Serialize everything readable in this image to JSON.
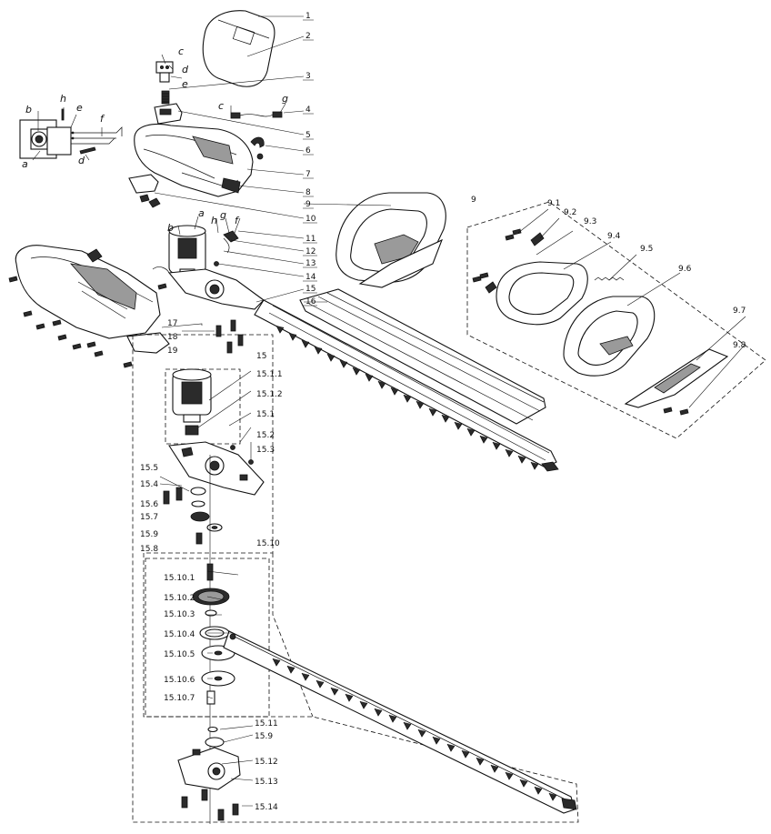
{
  "main_labels": [
    "1",
    "2",
    "3",
    "4",
    "5",
    "6",
    "7",
    "8",
    "9",
    "10",
    "11",
    "12",
    "13",
    "14",
    "15",
    "16",
    "17",
    "18",
    "19"
  ],
  "detail_9_labels": [
    "9",
    "9.1",
    "9.2",
    "9.3",
    "9.4",
    "9.5",
    "9.6",
    "9.7",
    "9.8"
  ],
  "gearbox_labels": [
    "15",
    "15.1.1",
    "15.1.2",
    "15.1",
    "15.2",
    "15.3",
    "15.5",
    "15.4",
    "15.6",
    "15.7",
    "15.9",
    "15.8"
  ],
  "blade_labels": [
    "15.10",
    "15.10.1",
    "15.10.2",
    "15.10.3",
    "15.10.4",
    "15.10.5",
    "15.10.6",
    "15.10.7",
    "15.11",
    "15.9",
    "15.12",
    "15.13",
    "15.14"
  ],
  "wire_letters": {
    "a": "a",
    "b": "b",
    "c": "c",
    "d": "d",
    "e": "e",
    "f": "f",
    "g": "g",
    "h": "h"
  }
}
